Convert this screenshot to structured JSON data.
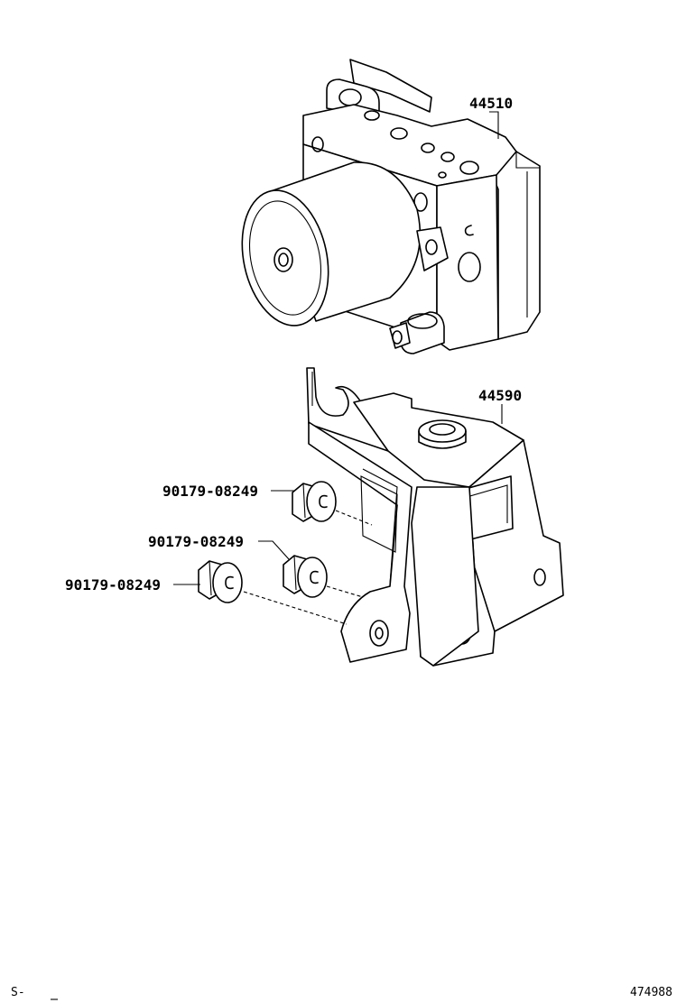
{
  "parts": {
    "actuator": "44510",
    "bracket": "44590",
    "bolt_1": "90179-08249",
    "bolt_2": "90179-08249",
    "bolt_3": "90179-08249"
  },
  "footer": {
    "left_code": "S-",
    "illustration_number": "474988"
  }
}
